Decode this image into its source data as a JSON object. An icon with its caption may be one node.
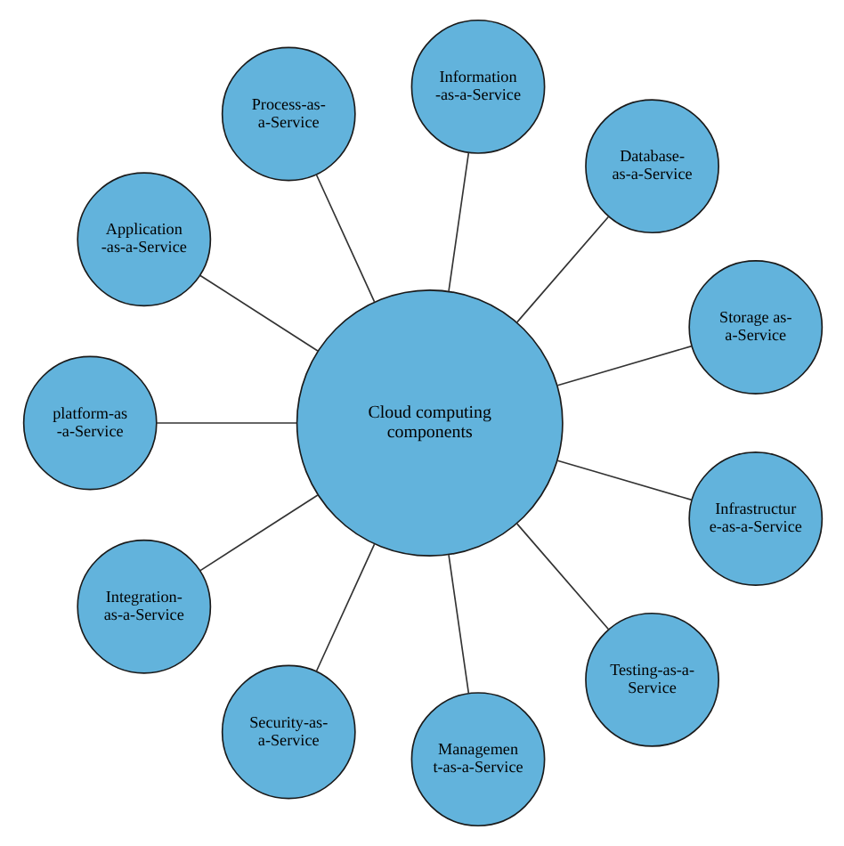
{
  "diagram": {
    "nodes": [
      {
        "text": [
          "Cloud computing components"
        ]
      },
      {
        "text": [
          "Storage as- a-Service"
        ]
      },
      {
        "text": [
          "Database- as-a-Service"
        ]
      },
      {
        "text": [
          "Information -as-a-Service"
        ]
      },
      {
        "text": [
          "Process-as- a-Service"
        ]
      },
      {
        "text": [
          "Application -as-a-Service"
        ]
      },
      {
        "text": [
          "platform-as -a-Service"
        ]
      },
      {
        "text": [
          "Integration- as-a-Service"
        ]
      },
      {
        "text": [
          "Security-as- a-Service"
        ]
      },
      {
        "text": [
          "Managemen t-as-a-Service"
        ]
      },
      {
        "text": [
          "Testing-as-a- Service"
        ]
      },
      {
        "text": [
          "Infrastructur e-as-a-Service"
        ]
      }
    ],
    "edges": [
      {
        "from": 0,
        "to": 1,
        "arrow": "none"
      },
      {
        "from": 0,
        "to": 2,
        "arrow": "none"
      },
      {
        "from": 0,
        "to": 3,
        "arrow": "none"
      },
      {
        "from": 0,
        "to": 4,
        "arrow": "none"
      },
      {
        "from": 0,
        "to": 5,
        "arrow": "none"
      },
      {
        "from": 0,
        "to": 6,
        "arrow": "none"
      },
      {
        "from": 0,
        "to": 7,
        "arrow": "none"
      },
      {
        "from": 0,
        "to": 8,
        "arrow": "none"
      },
      {
        "from": 0,
        "to": 9,
        "arrow": "none"
      },
      {
        "from": 0,
        "to": 10,
        "arrow": "none"
      },
      {
        "from": 0,
        "to": 11,
        "arrow": "none"
      }
    ]
  }
}
